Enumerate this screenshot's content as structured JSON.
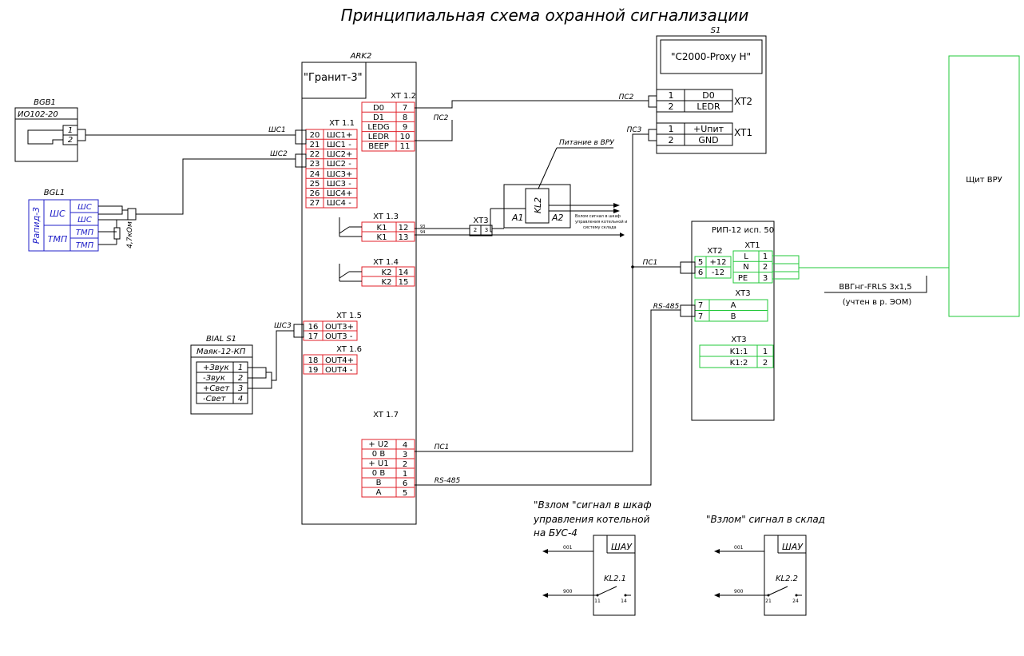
{
  "title": "Принципиальная схема охранной сигнализации",
  "s1": {
    "ref": "S1",
    "device": "\"С2000-Proxy H\"",
    "xt2": {
      "label": "XT2",
      "rows": [
        {
          "n": "1",
          "s": "D0"
        },
        {
          "n": "2",
          "s": "LEDR"
        }
      ]
    },
    "xt1": {
      "label": "XT1",
      "rows": [
        {
          "n": "1",
          "s": "+Uпит"
        },
        {
          "n": "2",
          "s": "GND"
        }
      ]
    }
  },
  "ark2": {
    "ref": "ARK2",
    "device": "\"Гранит-3\"",
    "xt11": {
      "label": "XT 1.1",
      "rows": [
        {
          "n": "20",
          "s": "ШС1+"
        },
        {
          "n": "21",
          "s": "ШС1 -"
        },
        {
          "n": "22",
          "s": "ШС2+"
        },
        {
          "n": "23",
          "s": "ШС2 -"
        },
        {
          "n": "24",
          "s": "ШС3+"
        },
        {
          "n": "25",
          "s": "ШС3 -"
        },
        {
          "n": "26",
          "s": "ШС4+"
        },
        {
          "n": "27",
          "s": "ШС4 -"
        }
      ]
    },
    "xt12": {
      "label": "XT 1.2",
      "rows": [
        {
          "s": "D0",
          "n": "7"
        },
        {
          "s": "D1",
          "n": "8"
        },
        {
          "s": "LEDG",
          "n": "9"
        },
        {
          "s": "LEDR",
          "n": "10"
        },
        {
          "s": "BEEP",
          "n": "11"
        }
      ]
    },
    "xt13": {
      "label": "XT 1.3",
      "rows": [
        {
          "s": "K1",
          "n": "12"
        },
        {
          "s": "K1",
          "n": "13"
        }
      ]
    },
    "xt14": {
      "label": "XT 1.4",
      "rows": [
        {
          "s": "K2",
          "n": "14"
        },
        {
          "s": "K2",
          "n": "15"
        }
      ]
    },
    "xt15": {
      "label": "XT 1.5",
      "rows": [
        {
          "n": "16",
          "s": "OUT3+"
        },
        {
          "n": "17",
          "s": "OUT3 -"
        }
      ]
    },
    "xt16": {
      "label": "XT 1.6",
      "rows": [
        {
          "n": "18",
          "s": "OUT4+"
        },
        {
          "n": "19",
          "s": "OUT4 -"
        }
      ]
    },
    "xt17": {
      "label": "XT 1.7",
      "rows": [
        {
          "s": "+ U2",
          "n": "4"
        },
        {
          "s": "0 В",
          "n": "3"
        },
        {
          "s": "+ U1",
          "n": "2"
        },
        {
          "s": "0 В",
          "n": "1"
        },
        {
          "s": "B",
          "n": "6"
        },
        {
          "s": "A",
          "n": "5"
        }
      ]
    }
  },
  "bgb1": {
    "ref": "BGB1",
    "model": "ИО102-20",
    "pins": [
      "1",
      "2"
    ]
  },
  "bgl1": {
    "ref": "BGL1",
    "model": "Рапид-3",
    "group1": "ШС",
    "group2": "ТМП",
    "pins": [
      "ШС",
      "ШС",
      "ТМП",
      "ТМП"
    ],
    "resistor": "4,7кОм"
  },
  "bials1": {
    "ref": "BIAL S1",
    "model": "Маяк-12-КП",
    "rows": [
      {
        "s": "+Звук",
        "n": "1"
      },
      {
        "s": "-Звук",
        "n": "2"
      },
      {
        "s": "+Свет",
        "n": "3"
      },
      {
        "s": "-Свет",
        "n": "4"
      }
    ]
  },
  "kl2": {
    "ref": "KL2",
    "a1": "A1",
    "a2": "A2",
    "power": "Питание в ВРУ",
    "note1": "Взлом сигнал в шкаф",
    "note2": "управления котельной и",
    "note3": "систему склада"
  },
  "xt3": {
    "label": "XT3",
    "pins": [
      "2",
      "3"
    ],
    "wires": [
      "93",
      "94"
    ]
  },
  "rip": {
    "device": "РИП-12 исп. 50",
    "xt2": {
      "label": "XT2",
      "rows": [
        {
          "n": "5",
          "s": "+12"
        },
        {
          "n": "6",
          "s": "-12"
        }
      ]
    },
    "xt1": {
      "label": "XT1",
      "rows": [
        {
          "s": "L",
          "n": "1"
        },
        {
          "s": "N",
          "n": "2"
        },
        {
          "s": "PE",
          "n": "3"
        }
      ]
    },
    "xt3a": {
      "label": "XT3",
      "rows": [
        {
          "n": "7",
          "s": "A"
        },
        {
          "n": "7",
          "s": "B"
        }
      ]
    },
    "xt3b": {
      "label": "XT3",
      "rows": [
        {
          "s": "K1:1",
          "n": "1"
        },
        {
          "s": "K1:2",
          "n": "2"
        }
      ]
    }
  },
  "vru": {
    "label": "Щит ВРУ",
    "cable": "ВВГнг-FRLS  3х1,5",
    "cable_note": "(учтен в р. ЭОМ)"
  },
  "wires": {
    "shs1": "ШС1",
    "shs2": "ШС2",
    "shs3": "ШС3",
    "ps2": "ПС2",
    "ps3": "ПС3",
    "ps1": "ПС1",
    "rs485": "RS-485"
  },
  "bottom": {
    "left": {
      "caption1": "\"Взлом \"сигнал в шкаф",
      "caption2": "управления котельной",
      "caption3": "на БУС-4",
      "box": "ШАУ",
      "relay": "KL2.1",
      "w1": "001",
      "w2": "900",
      "p1": "11",
      "p2": "14"
    },
    "right": {
      "caption1": "\"Взлом\" сигнал в склад",
      "box": "ШАУ",
      "relay": "KL2.2",
      "w1": "001",
      "w2": "900",
      "p1": "21",
      "p2": "24"
    }
  },
  "colors": {
    "line": "#000000",
    "terminal_red": "#e0202a",
    "terminal_green": "#22c83a",
    "rapid_blue": "#2020c8"
  }
}
